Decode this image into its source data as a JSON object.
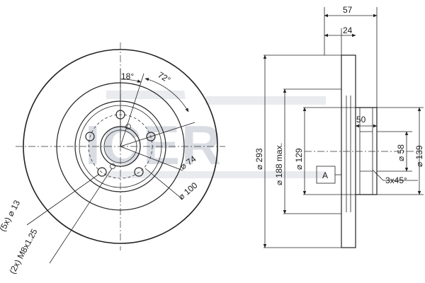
{
  "watermark": {
    "text": "ICER",
    "color": "#d9dde3"
  },
  "front_view": {
    "bolt_hole_callout": "(5x) ⌀ 13",
    "thread_callout": "(2x) M8x1.25",
    "angle_small": "18°",
    "angle_large": "72°",
    "hub_bore_dia": "⌀ 74",
    "pitch_circle_dia": "⌀ 100"
  },
  "section_view": {
    "overall_thickness": "57",
    "disc_thickness": "24",
    "hub_height": "50",
    "outer_dia": "⌀ 293",
    "friction_dia_max": "⌀ 188 max.",
    "hat_dia": "⌀ 129",
    "centering_dia": "⌀ 58",
    "hat_outer_dia": "⌀ 139",
    "chamfer": "3x45°",
    "datum": "A"
  },
  "colors": {
    "line": "#222222",
    "hatch": "#555555",
    "background": "#ffffff"
  }
}
